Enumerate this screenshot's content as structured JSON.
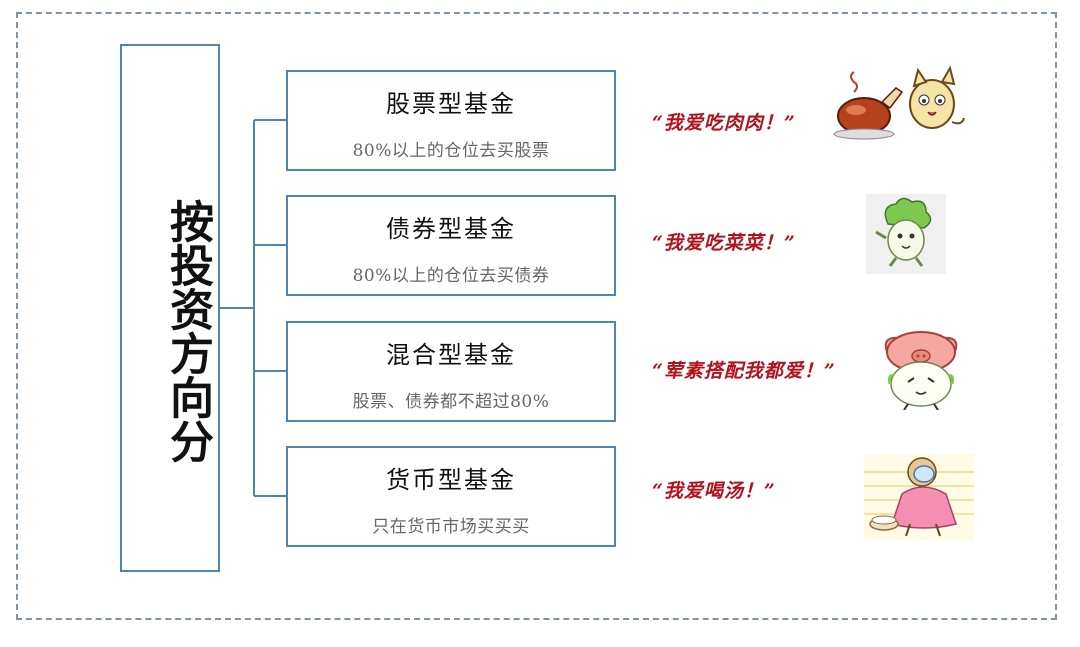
{
  "root": {
    "label": "按投资方向分"
  },
  "funds": [
    {
      "title": "股票型基金",
      "desc": "80%以上的仓位去买股票",
      "quote": "“我爱吃肉肉！”",
      "sticker": "roast-chicken-cat-icon"
    },
    {
      "title": "债券型基金",
      "desc": "80%以上的仓位去买债券",
      "quote": "“我爱吃菜菜！”",
      "sticker": "cabbage-character-icon"
    },
    {
      "title": "混合型基金",
      "desc": "股票、债券都不超过80%",
      "quote": "“荤素搭配我都爱！”",
      "sticker": "pig-hat-character-icon"
    },
    {
      "title": "货币型基金",
      "desc": "只在货币市场买买买",
      "quote": "“我爱喝汤！”",
      "sticker": "girl-drinking-soup-icon"
    }
  ],
  "colors": {
    "border": "#4f86b0",
    "frame": "#7f93a6",
    "quote": "#b0121e"
  }
}
